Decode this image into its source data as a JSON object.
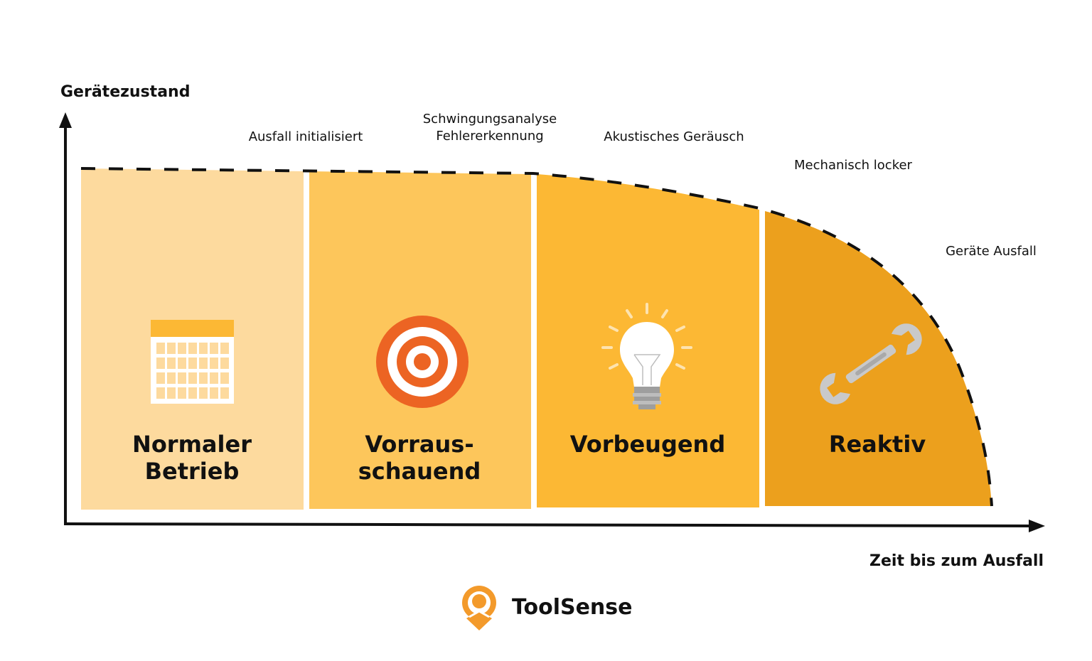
{
  "chart": {
    "y_axis_label": "Gerätezustand",
    "x_axis_label": "Zeit bis zum Ausfall"
  },
  "annotations": {
    "failure_initiated": "Ausfall initialisiert",
    "vibration_line1": "Schwingungsanalyse",
    "vibration_line2": "Fehlererkennung",
    "acoustic_noise": "Akustisches Geräusch",
    "mechanically_loose": "Mechanisch locker",
    "device_failure": "Geräte Ausfall"
  },
  "phases": [
    {
      "label_line1": "Normaler",
      "label_line2": "Betrieb",
      "icon": "calendar-icon",
      "color": "#FDDA9E"
    },
    {
      "label_line1": "Vorraus-",
      "label_line2": "schauend",
      "icon": "target-icon",
      "color": "#FDC65B"
    },
    {
      "label_line1": "Vorbeugend",
      "label_line2": "",
      "icon": "lightbulb-icon",
      "color": "#FCB834"
    },
    {
      "label_line1": "Reaktiv",
      "label_line2": "",
      "icon": "wrench-icon",
      "color": "#ECA01D"
    }
  ],
  "brand": {
    "name": "ToolSense",
    "accent": "#F39A2B"
  },
  "colors": {
    "target_red": "#EC6423",
    "icon_grey": "#BDBDBD",
    "calendar_header": "#FCB834"
  }
}
